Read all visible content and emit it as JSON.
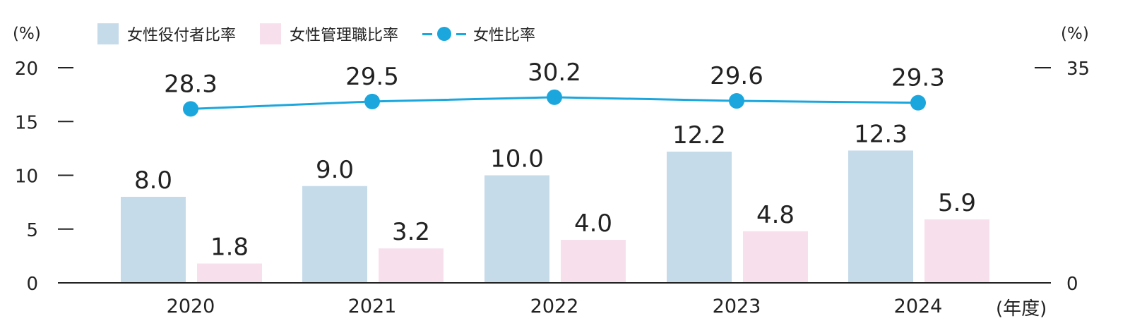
{
  "chart_data": {
    "type": "bar",
    "categories": [
      "2020",
      "2021",
      "2022",
      "2023",
      "2024"
    ],
    "series": [
      {
        "name": "女性役付者比率",
        "type": "bar",
        "axis": "left",
        "color": "#c6dbea",
        "values": [
          8.0,
          9.0,
          10.0,
          12.2,
          12.3
        ],
        "labels": [
          "8.0",
          "9.0",
          "10.0",
          "12.2",
          "12.3"
        ]
      },
      {
        "name": "女性管理職比率",
        "type": "bar",
        "axis": "left",
        "color": "#f7e0ec",
        "values": [
          1.8,
          3.2,
          4.0,
          4.8,
          5.9
        ],
        "labels": [
          "1.8",
          "3.2",
          "4.0",
          "4.8",
          "5.9"
        ]
      },
      {
        "name": "女性比率",
        "type": "line",
        "axis": "right",
        "color": "#1ba7dd",
        "values": [
          28.3,
          29.5,
          30.2,
          29.6,
          29.3
        ],
        "labels": [
          "28.3",
          "29.5",
          "30.2",
          "29.6",
          "29.3"
        ]
      }
    ],
    "y_left": {
      "unit": "(%)",
      "ylim": [
        0,
        20
      ],
      "ticks": [
        "0",
        "5",
        "10",
        "15",
        "20"
      ]
    },
    "y_right": {
      "unit": "(%)",
      "ylim": [
        0,
        35
      ],
      "ticks": [
        "0",
        "35"
      ]
    },
    "x_unit": "(年度)",
    "legend_position": "top-left",
    "grid": false
  }
}
